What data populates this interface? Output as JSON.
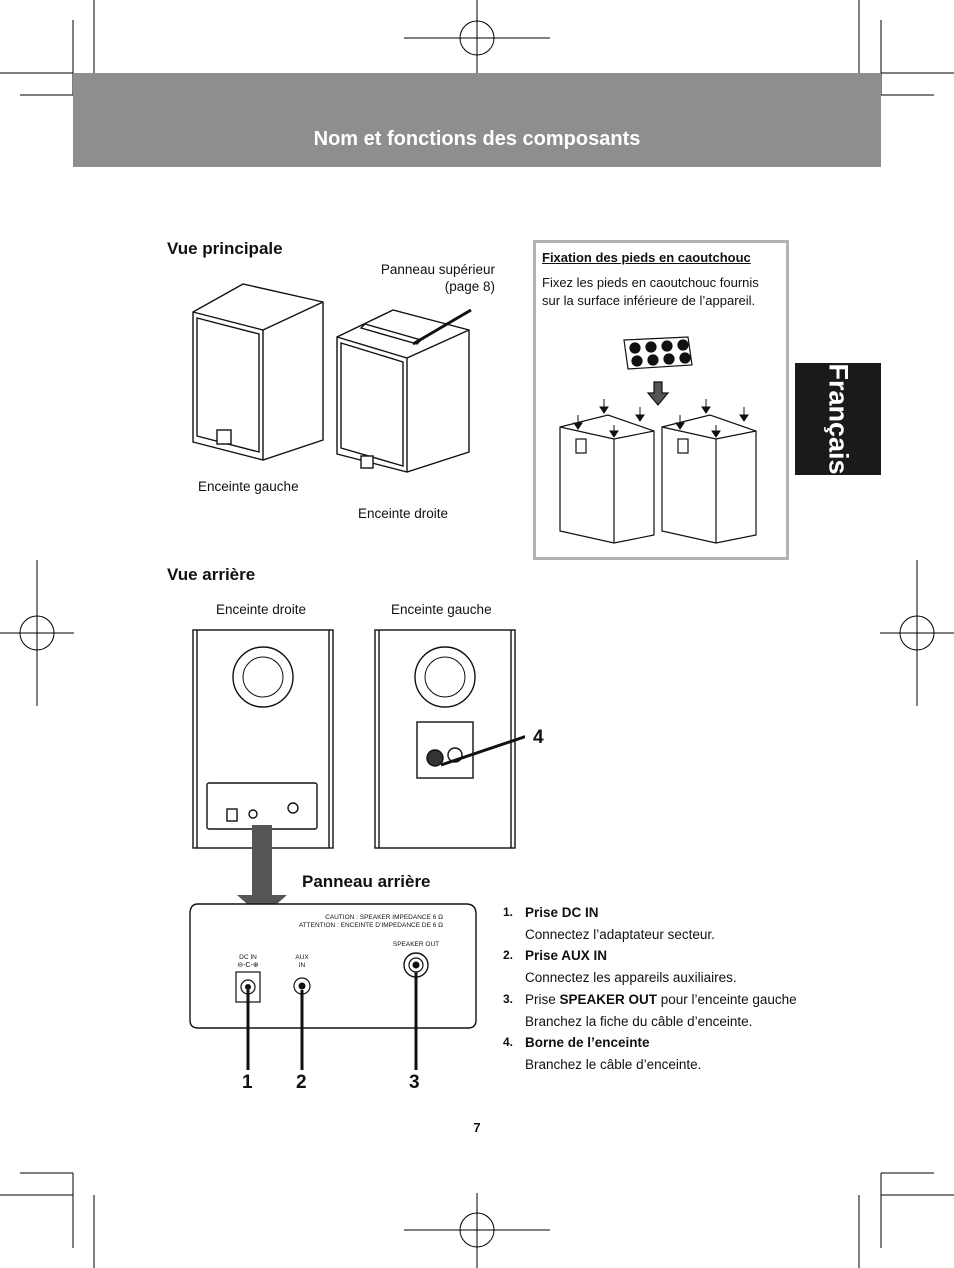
{
  "header": {
    "title": "Nom et fonctions des composants"
  },
  "side_tab": {
    "label": "Français"
  },
  "main_view": {
    "title": "Vue principale",
    "top_panel_label_line1": "Panneau supérieur",
    "top_panel_label_line2": "(page 8)",
    "left_speaker_label": "Enceinte gauche",
    "right_speaker_label": "Enceinte droite"
  },
  "rubber_feet_note": {
    "title": "Fixation des pieds en caoutchouc",
    "body": "Fixez les pieds en caoutchouc fournis sur la surface inférieure de l’appareil."
  },
  "rear_view": {
    "title": "Vue arrière",
    "right_speaker_label": "Enceinte droite",
    "left_speaker_label": "Enceinte gauche"
  },
  "rear_panel": {
    "title": "Panneau arrière",
    "caution_line1": "CAUTION : SPEAKER IMPEDANCE 6 Ω",
    "caution_line2": "ATTENTION : ENCEINTE D’IMPEDANCE DE 6 Ω",
    "dc_in_label": "DC IN",
    "aux_label_line1": "AUX",
    "aux_label_line2": "IN",
    "speaker_out_label": "SPEAKER OUT",
    "callouts": [
      "1",
      "2",
      "3",
      "4"
    ]
  },
  "components": [
    {
      "num": "1.",
      "title": "Prise DC IN",
      "desc": "Connectez l’adaptateur secteur."
    },
    {
      "num": "2.",
      "title": "Prise AUX IN",
      "desc": "Connectez les appareils auxiliaires."
    },
    {
      "num": "3.",
      "prefix": "Prise ",
      "title": "SPEAKER OUT",
      "suffix": " pour l’enceinte gauche",
      "desc": "Branchez la fiche du câble d’enceinte."
    },
    {
      "num": "4.",
      "title": "Borne de l’enceinte",
      "desc": "Branchez le câble d’enceinte."
    }
  ],
  "page_number": "7"
}
